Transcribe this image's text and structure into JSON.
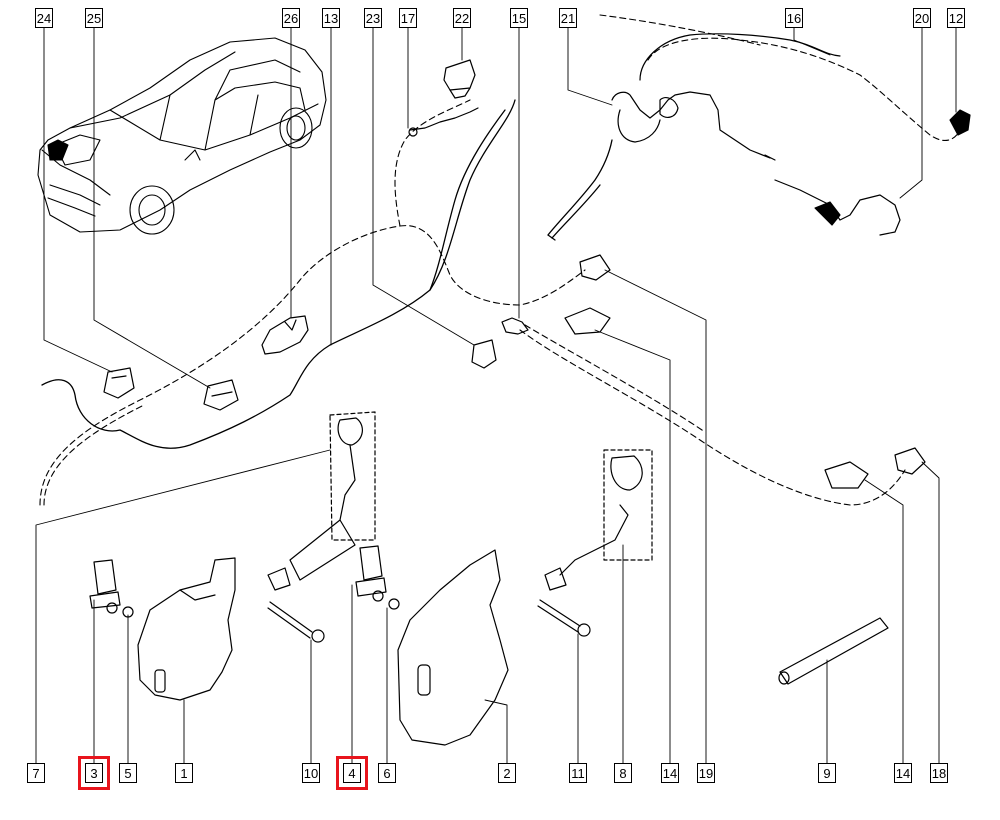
{
  "callouts": {
    "top": [
      {
        "id": "c24",
        "label": "24"
      },
      {
        "id": "c25",
        "label": "25"
      },
      {
        "id": "c26",
        "label": "26"
      },
      {
        "id": "c13",
        "label": "13"
      },
      {
        "id": "c23",
        "label": "23"
      },
      {
        "id": "c17",
        "label": "17"
      },
      {
        "id": "c22",
        "label": "22"
      },
      {
        "id": "c15",
        "label": "15"
      },
      {
        "id": "c21",
        "label": "21"
      },
      {
        "id": "c16",
        "label": "16"
      },
      {
        "id": "c20",
        "label": "20"
      },
      {
        "id": "c12",
        "label": "12"
      }
    ],
    "bottom": [
      {
        "id": "c7",
        "label": "7"
      },
      {
        "id": "c3",
        "label": "3",
        "highlight": true
      },
      {
        "id": "c5",
        "label": "5"
      },
      {
        "id": "c1",
        "label": "1"
      },
      {
        "id": "c10",
        "label": "10"
      },
      {
        "id": "c4",
        "label": "4",
        "highlight": true
      },
      {
        "id": "c6",
        "label": "6"
      },
      {
        "id": "c2",
        "label": "2"
      },
      {
        "id": "c11",
        "label": "11"
      },
      {
        "id": "c8",
        "label": "8"
      },
      {
        "id": "c14a",
        "label": "14"
      },
      {
        "id": "c19",
        "label": "19"
      },
      {
        "id": "c9",
        "label": "9"
      },
      {
        "id": "c14b",
        "label": "14"
      },
      {
        "id": "c18",
        "label": "18"
      }
    ]
  },
  "colors": {
    "line": "#000000",
    "highlight": "#e8141c",
    "background": "#ffffff"
  }
}
